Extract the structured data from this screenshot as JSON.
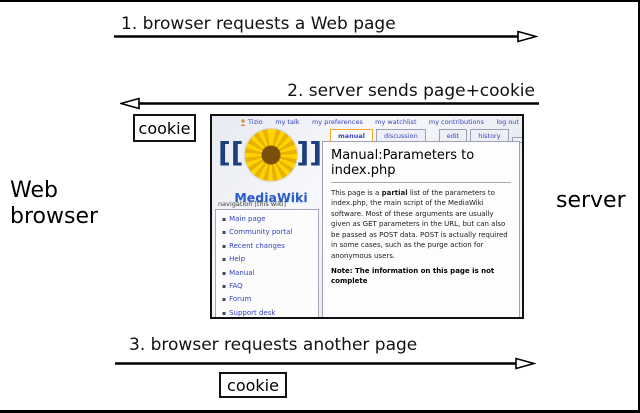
{
  "diagram": {
    "left_label": "Web\nbrowser",
    "right_label": "server",
    "cookie_label": "cookie",
    "messages": [
      {
        "label": "1. browser requests a Web page",
        "direction": "right"
      },
      {
        "label": "2. server sends page+cookie",
        "direction": "left"
      },
      {
        "label": "3. browser requests another page",
        "direction": "right"
      }
    ]
  },
  "wiki": {
    "personal_bar": {
      "user": "Tizio",
      "user_icon": "person-icon",
      "links": [
        "my talk",
        "my preferences",
        "my watchlist",
        "my contributions",
        "log out"
      ]
    },
    "tabs": [
      {
        "label": "manual",
        "active": true
      },
      {
        "label": "discussion",
        "active": false
      },
      {
        "label": "edit",
        "active": false
      },
      {
        "label": "history",
        "active": false
      }
    ],
    "logo": {
      "bracket_left": "[[",
      "bracket_right": "]]",
      "flower_icon": "sunflower-icon",
      "wordmark": "MediaWiki"
    },
    "sidebar": {
      "header": "navigation [this wiki]",
      "items": [
        "Main page",
        "Community portal",
        "Recent changes",
        "Help",
        "Manual",
        "FAQ",
        "Forum",
        "Support desk"
      ]
    },
    "article": {
      "title": "Manual:Parameters to index.php",
      "body": [
        "This page is a ",
        "partial",
        " list of the parameters to index.php, the main script of the MediaWiki software. Most of these arguments are usually given as GET parameters in the URL, but can also be passed as POST data. POST is actually required in some cases, such as the purge action for anonymous users."
      ],
      "note": "Note: The information on this page is not complete"
    }
  },
  "colors": {
    "link_blue": "#3644c0",
    "active_tab_orange": "#f5a623",
    "logo_blue": "#2b5fc7",
    "arrow_black": "#000000"
  }
}
